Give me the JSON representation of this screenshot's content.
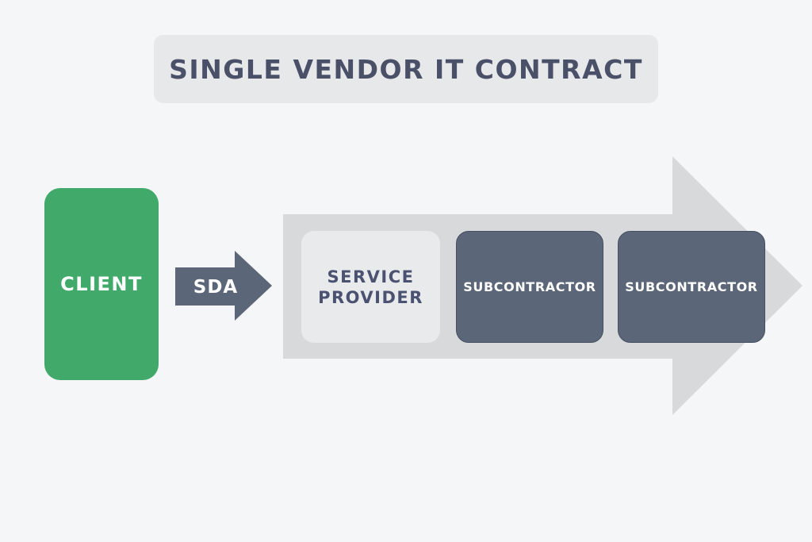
{
  "title": "SINGLE VENDOR IT CONTRACT",
  "client": {
    "label": "CLIENT",
    "color": "#41aa6b"
  },
  "agreement_arrow": {
    "label": "SDA",
    "color": "#5b6679"
  },
  "contract_arrow": {
    "color": "#d7d9db",
    "service_provider": {
      "label": "SERVICE\nPROVIDER"
    },
    "subcontractors": [
      {
        "label": "SUBCONTRACTOR"
      },
      {
        "label": "SUBCONTRACTOR"
      }
    ]
  }
}
